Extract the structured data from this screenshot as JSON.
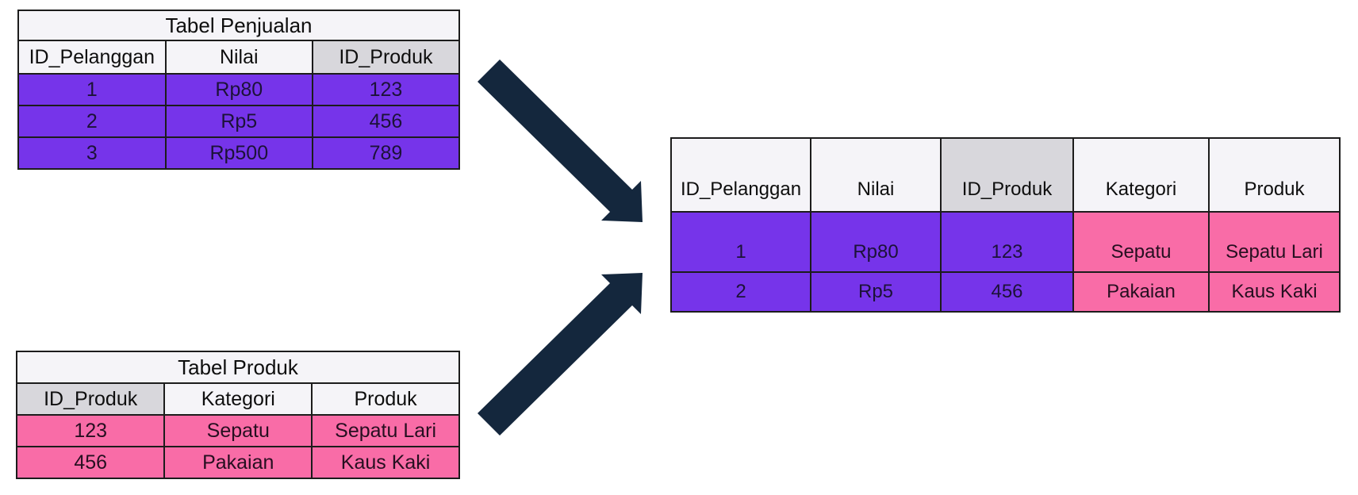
{
  "diagram": {
    "description_colors": {
      "source_sales_fill": "#7634ea",
      "source_product_fill": "#f96ca7",
      "key_column_header_fill": "#d8d7dc",
      "header_fill": "#f5f4f8",
      "arrow_fill": "#14273d",
      "border": "#1c1c1c"
    },
    "sales_table": {
      "title": "Tabel Penjualan",
      "columns": [
        "ID_Pelanggan",
        "Nilai",
        "ID_Produk"
      ],
      "key_column": "ID_Produk",
      "rows": [
        [
          "1",
          "Rp80",
          "123"
        ],
        [
          "2",
          "Rp5",
          "456"
        ],
        [
          "3",
          "Rp500",
          "789"
        ]
      ]
    },
    "product_table": {
      "title": "Tabel Produk",
      "columns": [
        "ID_Produk",
        "Kategori",
        "Produk"
      ],
      "key_column": "ID_Produk",
      "rows": [
        [
          "123",
          "Sepatu",
          "Sepatu Lari"
        ],
        [
          "456",
          "Pakaian",
          "Kaus Kaki"
        ]
      ]
    },
    "result_table": {
      "columns": [
        "ID_Pelanggan",
        "Nilai",
        "ID_Produk",
        "Kategori",
        "Produk"
      ],
      "key_column": "ID_Produk",
      "rows": [
        [
          "1",
          "Rp80",
          "123",
          "Sepatu",
          "Sepatu Lari"
        ],
        [
          "2",
          "Rp5",
          "456",
          "Pakaian",
          "Kaus Kaki"
        ]
      ]
    }
  }
}
